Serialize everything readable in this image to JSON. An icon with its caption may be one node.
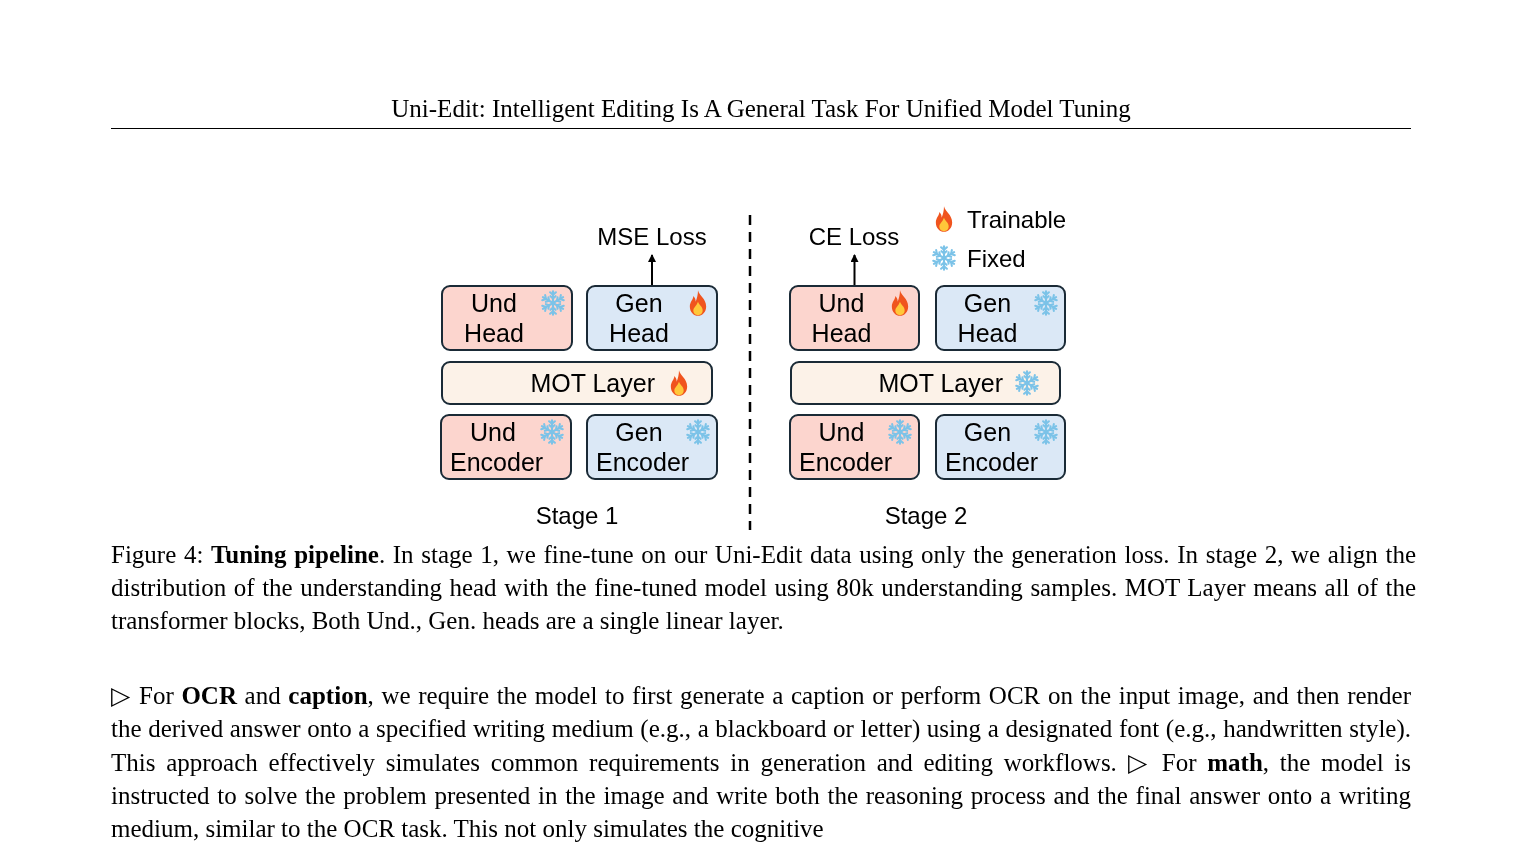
{
  "diagram": {
    "title": "Uni-Edit: Intelligent Editing Is A General Task For Unified Model Tuning",
    "caption": "Figure 4: **Tuning pipeline**. In stage 1, we fine-tune on our Uni-Edit data using only the generation loss. In stage 2, we align the distribution of the understanding head with the fine-tuned model using 80k understanding samples. MOT Layer means all of the transformer blocks, Both Und., Gen. heads are a single linear layer.",
    "nodes": [
      {
        "text": [
          "MSE Loss"
        ]
      },
      {
        "text": [
          "Und Head"
        ]
      },
      {
        "text": [
          "Gen Head"
        ]
      },
      {
        "text": [
          "MOT Layer"
        ]
      },
      {
        "text": [
          "Und Encoder"
        ]
      },
      {
        "text": [
          "Gen Encoder"
        ]
      },
      {
        "text": [
          "CE Loss"
        ]
      },
      {
        "text": [
          "Und Head"
        ]
      },
      {
        "text": [
          "Gen Head"
        ]
      },
      {
        "text": [
          "MOT Layer"
        ]
      },
      {
        "text": [
          "Und Encoder"
        ]
      },
      {
        "text": [
          "Gen Encoder"
        ]
      }
    ],
    "edges": [
      {
        "from": 2,
        "to": 0,
        "arrow": "to"
      },
      {
        "from": 7,
        "to": 6,
        "arrow": "to"
      }
    ],
    "labels": [
      "Stage 1",
      "Stage 2",
      "▷ For **OCR** and **caption**, we require the model to first generate a caption or perform OCR on the input image, and then render the derived answer onto a specified writing medium (e.g., a blackboard or letter) using a designated font (e.g., handwritten style). This approach effectively simulates common requirements in generation and editing workflows. ▷ For **math**, the model is instructed to solve the problem presented in the image and write both the reasoning process and the final answer onto a writing medium, similar to the OCR task. This not only simulates the cognitive"
    ],
    "legend": [
      {
        "text": "Trainable"
      },
      {
        "text": "Fixed"
      }
    ]
  }
}
